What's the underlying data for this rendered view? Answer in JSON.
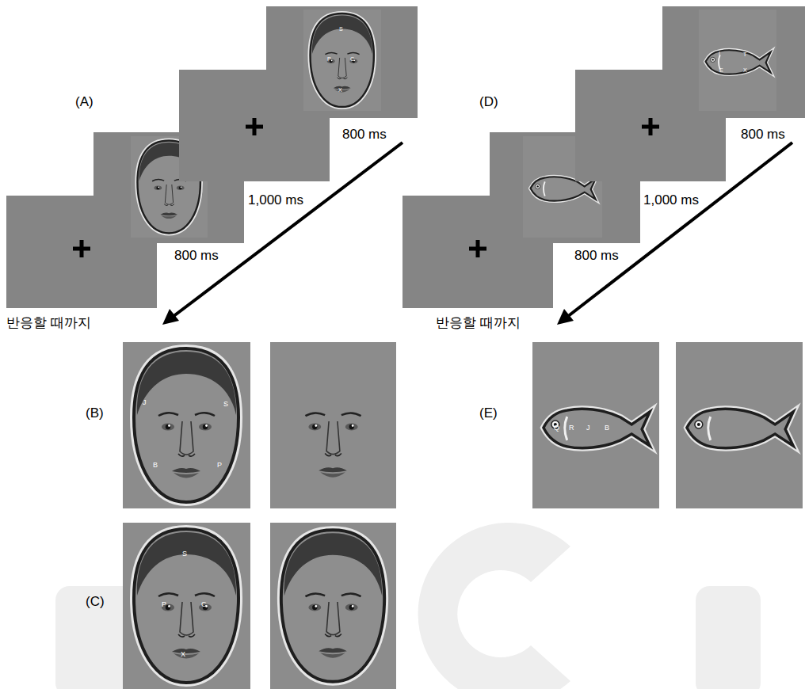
{
  "diagram": {
    "nodes": [
      {
        "text": [
          "S",
          "P",
          "C",
          "X"
        ]
      },
      {
        "text": [
          "I",
          "T",
          "E",
          "X"
        ]
      },
      {
        "text": [
          "J",
          "S",
          "B",
          "P"
        ]
      },
      {
        "text": [
          "Q",
          "R",
          "J",
          "B"
        ]
      },
      {
        "text": [
          "S",
          "P",
          "C",
          "X"
        ]
      }
    ],
    "labels": [
      "(A)",
      "800 ms",
      "1,000 ms",
      "800 ms",
      "반응할 때까지",
      "(D)",
      "800 ms",
      "1,000 ms",
      "800 ms",
      "반응할 때까지",
      "(B)",
      "(E)",
      "(C)"
    ]
  }
}
